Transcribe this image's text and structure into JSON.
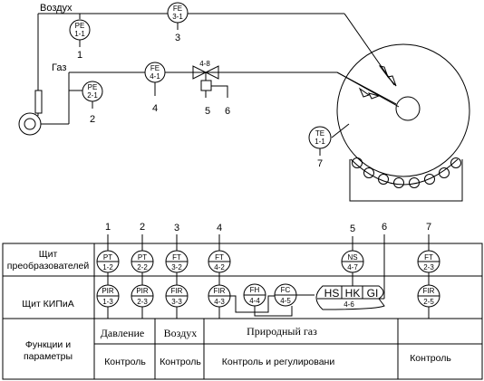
{
  "labels": {
    "air": "Воздух",
    "gas": "Газ"
  },
  "field_instruments": [
    {
      "code": "PE",
      "num": "1-1",
      "callout": "1"
    },
    {
      "code": "FE",
      "num": "3-1",
      "callout": "3"
    },
    {
      "code": "PE",
      "num": "2-1",
      "callout": "2"
    },
    {
      "code": "FE",
      "num": "4-1",
      "callout": "4"
    },
    {
      "code": "TE",
      "num": "1-1",
      "callout": "7"
    }
  ],
  "valve": {
    "tag": "4-8",
    "callout_actuator": "5",
    "callout_line": "6"
  },
  "table": {
    "row1_label_line1": "Щит",
    "row1_label_line2": "преобразователей",
    "row2_label": "Щит КИПиА",
    "row3_label_line1": "Функции и",
    "row3_label_line2": "параметры",
    "columns": [
      {
        "callout": "1",
        "top": {
          "code": "PT",
          "num": "1-2"
        },
        "mid": {
          "code": "PIR",
          "num": "1-3"
        }
      },
      {
        "callout": "2",
        "top": {
          "code": "PT",
          "num": "2-2"
        },
        "mid": {
          "code": "PIR",
          "num": "2-3"
        }
      },
      {
        "callout": "3",
        "top": {
          "code": "FT",
          "num": "3-2"
        },
        "mid": {
          "code": "FIR",
          "num": "3-3"
        }
      },
      {
        "callout": "4",
        "top": {
          "code": "FT",
          "num": "4-2"
        },
        "mid": {
          "code": "FIR",
          "num": "4-3"
        }
      },
      {
        "callout": "5",
        "top": {
          "code": "NS",
          "num": "4-7"
        }
      },
      {
        "callout": "6"
      },
      {
        "callout": "7",
        "top": {
          "code": "FT",
          "num": "2-3"
        },
        "mid": {
          "code": "FIR",
          "num": "2-5"
        }
      }
    ],
    "extra_instruments": [
      {
        "code": "FH",
        "num": "4-4"
      },
      {
        "code": "FC",
        "num": "4-5"
      }
    ],
    "panel_switch": {
      "hs": "HS",
      "hk": "HK",
      "gi": "GI",
      "num": "4-6"
    },
    "headers": {
      "pressure": "Давление",
      "air": "Воздух",
      "gas": "Природный газ"
    },
    "functions": {
      "f1": "Контроль",
      "f2": "Контроль",
      "f3": "Контроль и регулировани",
      "f4": "Контроль"
    }
  }
}
